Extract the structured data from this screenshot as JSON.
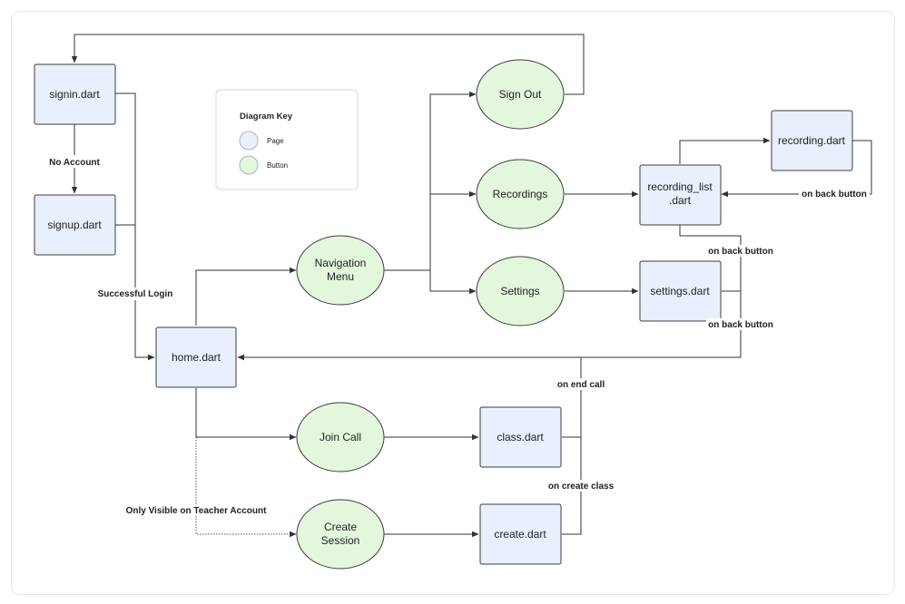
{
  "key": {
    "title": "Diagram Key",
    "items": [
      {
        "label": "Page",
        "color": "#e9effd"
      },
      {
        "label": "Button",
        "color": "#e3f7dd"
      }
    ]
  },
  "pages": {
    "signin": [
      "signin.dart"
    ],
    "signup": [
      "signup.dart"
    ],
    "home": [
      "home.dart"
    ],
    "recording": [
      "recording.dart"
    ],
    "recording_list": [
      "recording_list",
      ".dart"
    ],
    "settings": [
      "settings.dart"
    ],
    "class": [
      "class.dart"
    ],
    "create": [
      "create.dart"
    ]
  },
  "buttons": {
    "sign_out": [
      "Sign Out"
    ],
    "recordings": [
      "Recordings"
    ],
    "nav_menu": [
      "Navigation",
      "Menu"
    ],
    "settings_btn": [
      "Settings"
    ],
    "join_call": [
      "Join Call"
    ],
    "create_session": [
      "Create",
      "Session"
    ]
  },
  "edge_labels": {
    "no_account": "No Account",
    "successful_login": "Successful Login",
    "on_back_button_1": "on back button",
    "on_back_button_2": "on back button",
    "on_back_button_3": "on back button",
    "on_end_call": "on end call",
    "on_create_class": "on create class",
    "teacher_only": "Only Visible on Teacher Account"
  },
  "colors": {
    "page_fill": "#e9effd",
    "button_fill": "#e3f7dd",
    "stroke": "#3c3c3c"
  }
}
